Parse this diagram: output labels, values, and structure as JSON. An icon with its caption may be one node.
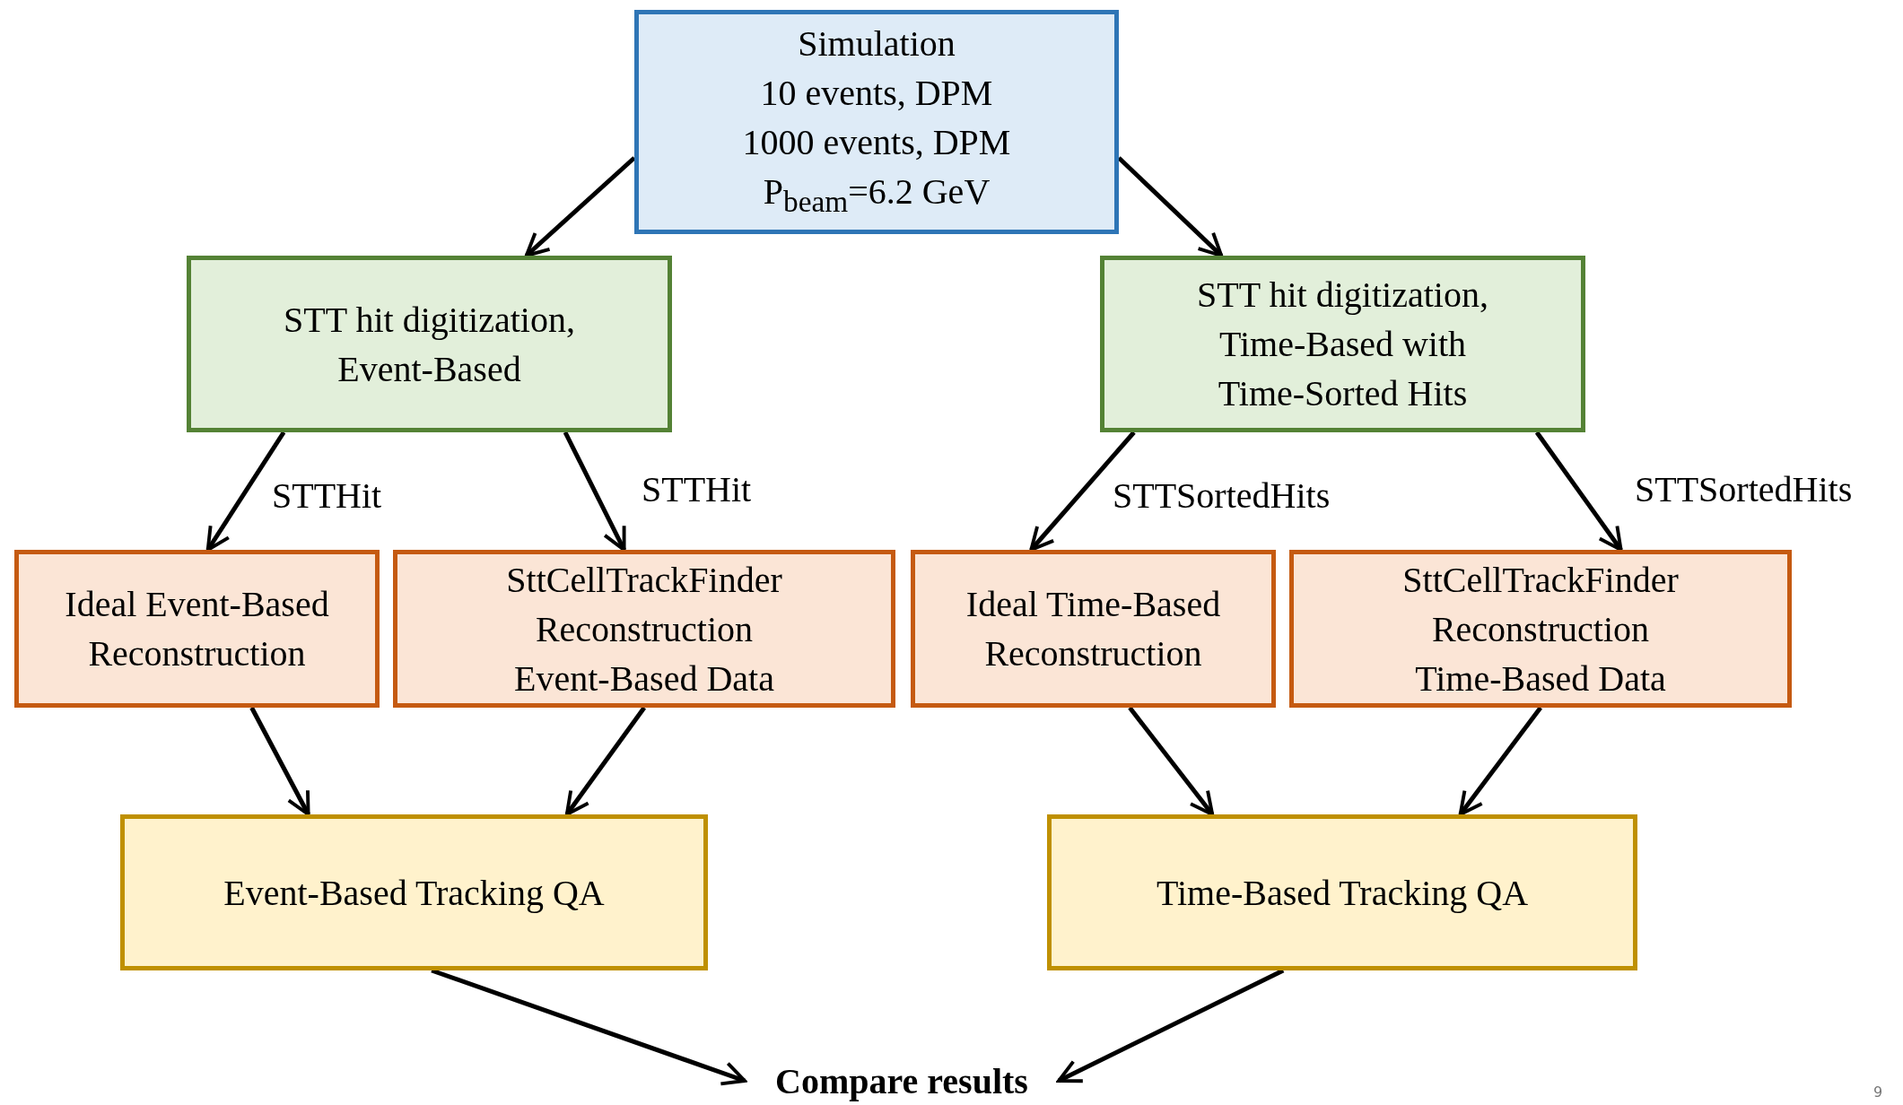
{
  "diagram": {
    "nodes": [
      {
        "text": [
          "Simulation",
          "10 events, DPM",
          "1000 events, DPM",
          "P$_{beam}$=6.2 GeV"
        ]
      },
      {
        "text": [
          "STT hit digitization, Event-Based"
        ]
      },
      {
        "text": [
          "STT hit digitization, Time-Based with Time-Sorted Hits"
        ]
      },
      {
        "text": [
          "Ideal Event-Based Reconstruction"
        ]
      },
      {
        "text": [
          "SttCellTrackFinder Reconstruction Event-Based Data"
        ]
      },
      {
        "text": [
          "Ideal Time-Based Reconstruction"
        ]
      },
      {
        "text": [
          "SttCellTrackFinder Reconstruction Time-Based Data"
        ]
      },
      {
        "text": [
          "Event-Based Tracking QA"
        ]
      },
      {
        "text": [
          "Time-Based Tracking QA"
        ]
      },
      {
        "text": [
          "Compare results"
        ]
      }
    ],
    "edges": [
      {
        "from": 0,
        "to": 1,
        "arrow": "to"
      },
      {
        "from": 0,
        "to": 2,
        "arrow": "to"
      },
      {
        "from": 1,
        "to": 3,
        "arrow": "to",
        "label": "STTHit"
      },
      {
        "from": 1,
        "to": 4,
        "arrow": "to",
        "label": "STTHit"
      },
      {
        "from": 2,
        "to": 5,
        "arrow": "to",
        "label": "STTSortedHits"
      },
      {
        "from": 2,
        "to": 6,
        "arrow": "to",
        "label": "STTSortedHits"
      },
      {
        "from": 3,
        "to": 7,
        "arrow": "to"
      },
      {
        "from": 4,
        "to": 7,
        "arrow": "to"
      },
      {
        "from": 5,
        "to": 8,
        "arrow": "to"
      },
      {
        "from": 6,
        "to": 8,
        "arrow": "to"
      },
      {
        "from": 7,
        "to": 9,
        "arrow": "to"
      },
      {
        "from": 8,
        "to": 9,
        "arrow": "to"
      }
    ],
    "labels": [
      "9"
    ]
  }
}
